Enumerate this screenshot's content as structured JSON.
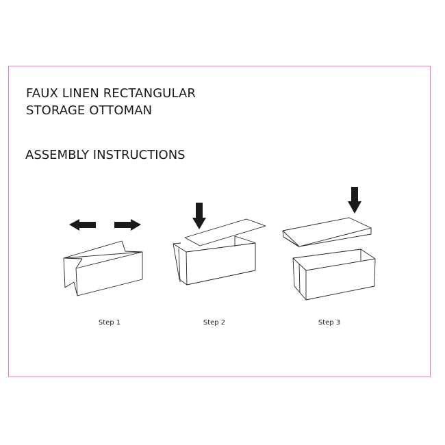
{
  "document": {
    "title_lines": [
      "FAUX LINEN RECTANGULAR",
      "STORAGE OTTOMAN"
    ],
    "subtitle": "ASSEMBLY INSTRUCTIONS",
    "steps": [
      {
        "label": "Step 1"
      },
      {
        "label": "Step 2"
      },
      {
        "label": "Step 3"
      }
    ],
    "colors": {
      "border": "#d98cb3",
      "ink": "#1a1a1a"
    }
  }
}
